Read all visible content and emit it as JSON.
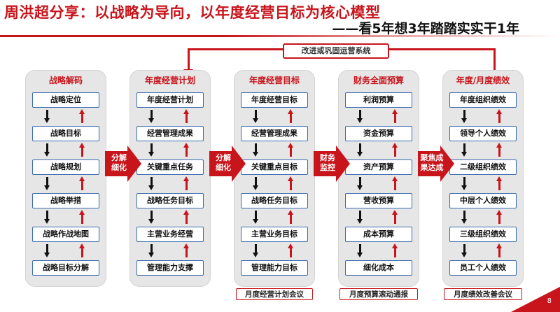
{
  "title": "周洪超分享：以战略为导向，以年度经营目标为核心模型",
  "subtitle": "——看5年想3年踏踏实实干1年",
  "loop_label": "改进或巩固运营系统",
  "columns": [
    {
      "title": "战略解码",
      "items": [
        "战略定位",
        "战略目标",
        "战略规划",
        "战略举措",
        "战略作战地图",
        "战略目标分解"
      ]
    },
    {
      "title": "年度经营计划",
      "items": [
        "年度经营计划",
        "经营管理成果",
        "关键重点任务",
        "战略任务目标",
        "主营业务经营",
        "管理能力支撑"
      ]
    },
    {
      "title": "年度经营目标",
      "items": [
        "年度经营目标",
        "经营管理成果",
        "关键重点目标",
        "战略任务目标",
        "主营业务目标",
        "管理能力目标"
      ]
    },
    {
      "title": "财务全面预算",
      "items": [
        "利润预算",
        "资金预算",
        "资产预算",
        "营收预算",
        "成本预算",
        "细化成本"
      ]
    },
    {
      "title": "年度/月度绩效",
      "items": [
        "年度组织绩效",
        "领导个人绩效",
        "二级组织绩效",
        "中层个人绩效",
        "三级组织绩效",
        "员工个人绩效"
      ]
    }
  ],
  "connectors": [
    {
      "line1": "分解",
      "line2": "细化"
    },
    {
      "line1": "分解",
      "line2": "细化"
    },
    {
      "line1": "财务",
      "line2": "监控"
    },
    {
      "line1": "聚焦成",
      "line2": "果达成"
    }
  ],
  "meetings": [
    "月度经营计划会议",
    "月度预算滚动通报",
    "月度绩效改善会议"
  ],
  "page_number": "8",
  "colors": {
    "accent": "#c8141b",
    "box_border": "#3a6bb0",
    "column_bg": "#e6e6e6"
  }
}
